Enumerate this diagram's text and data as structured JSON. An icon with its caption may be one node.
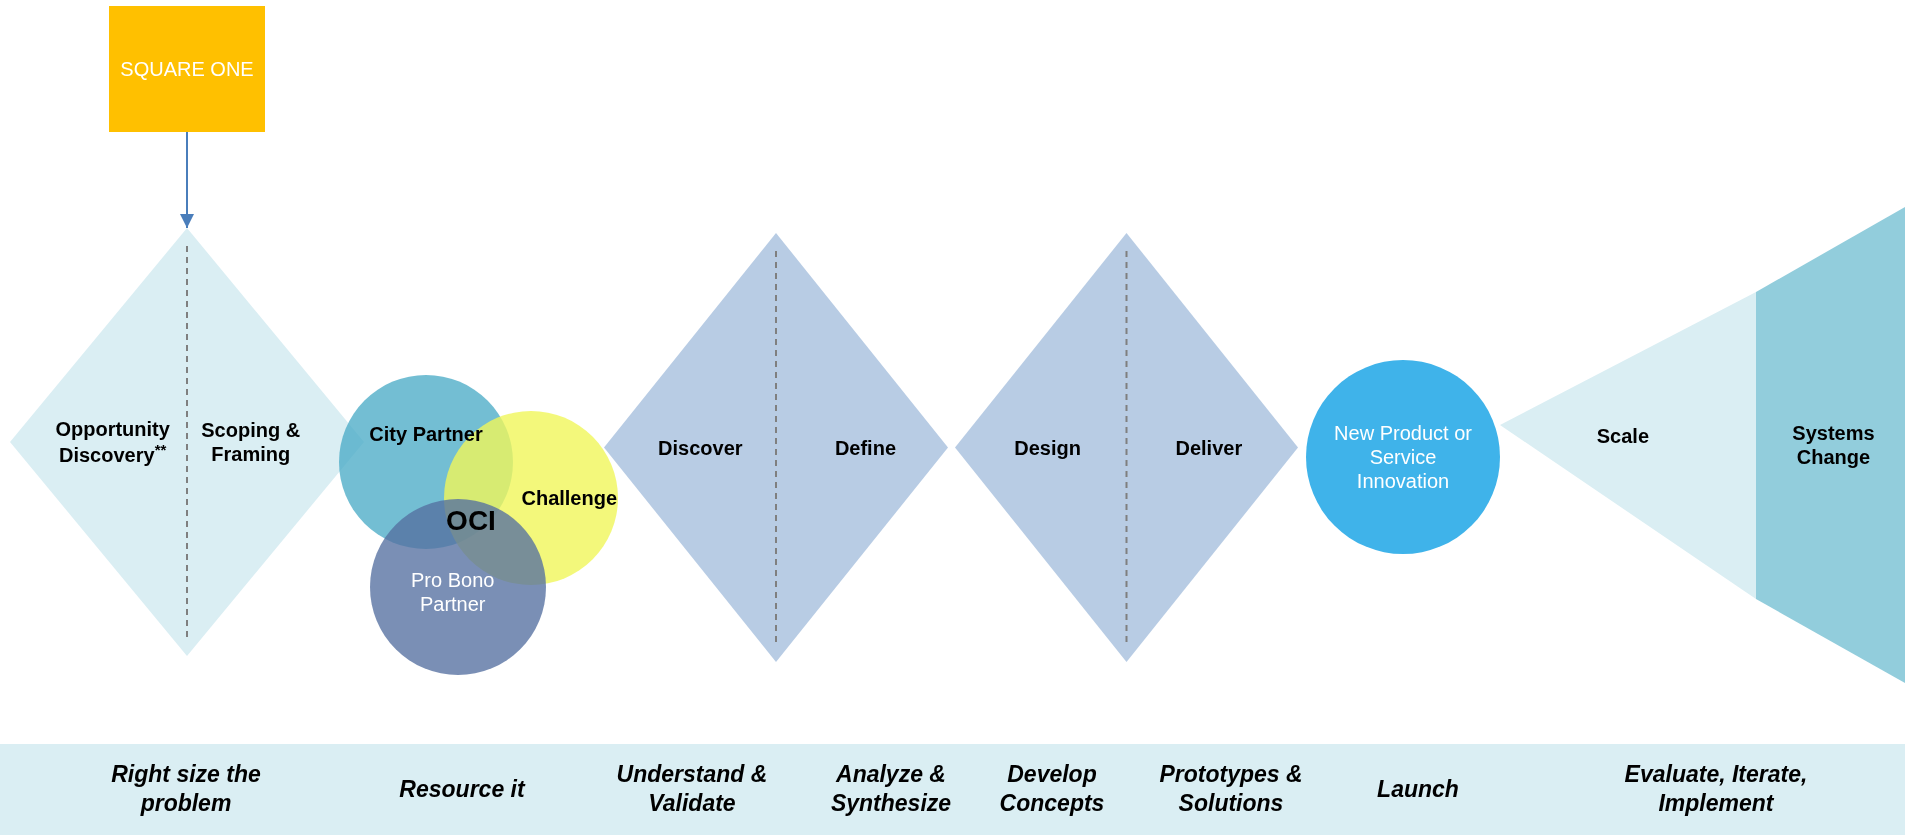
{
  "diagram": {
    "nodes": [
      {
        "text": [
          "SQUARE ONE"
        ]
      },
      {
        "text": [
          "Opportunity Discovery$^{**}$",
          "Scoping & Framing"
        ]
      },
      {
        "text": [
          "City Partner"
        ]
      },
      {
        "text": [
          "Challenge"
        ]
      },
      {
        "text": [
          "Pro Bono Partner"
        ]
      },
      {
        "text": [
          "Discover",
          "Define"
        ]
      },
      {
        "text": [
          "Design",
          "Deliver"
        ]
      },
      {
        "text": [
          "New Product or Service Innovation"
        ]
      },
      {
        "text": [
          "Scale"
        ]
      },
      {
        "text": [
          "Systems Change"
        ]
      }
    ],
    "edges": [
      {
        "from": 0,
        "to": 1,
        "arrow": "to"
      }
    ],
    "labels": [
      "OCI",
      "Right size the problem",
      "Resource it",
      "Understand & Validate",
      "Analyze & Synthesize",
      "Develop Concepts",
      "Prototypes & Solutions",
      "Launch",
      "Evaluate, Iterate, Implement"
    ]
  }
}
